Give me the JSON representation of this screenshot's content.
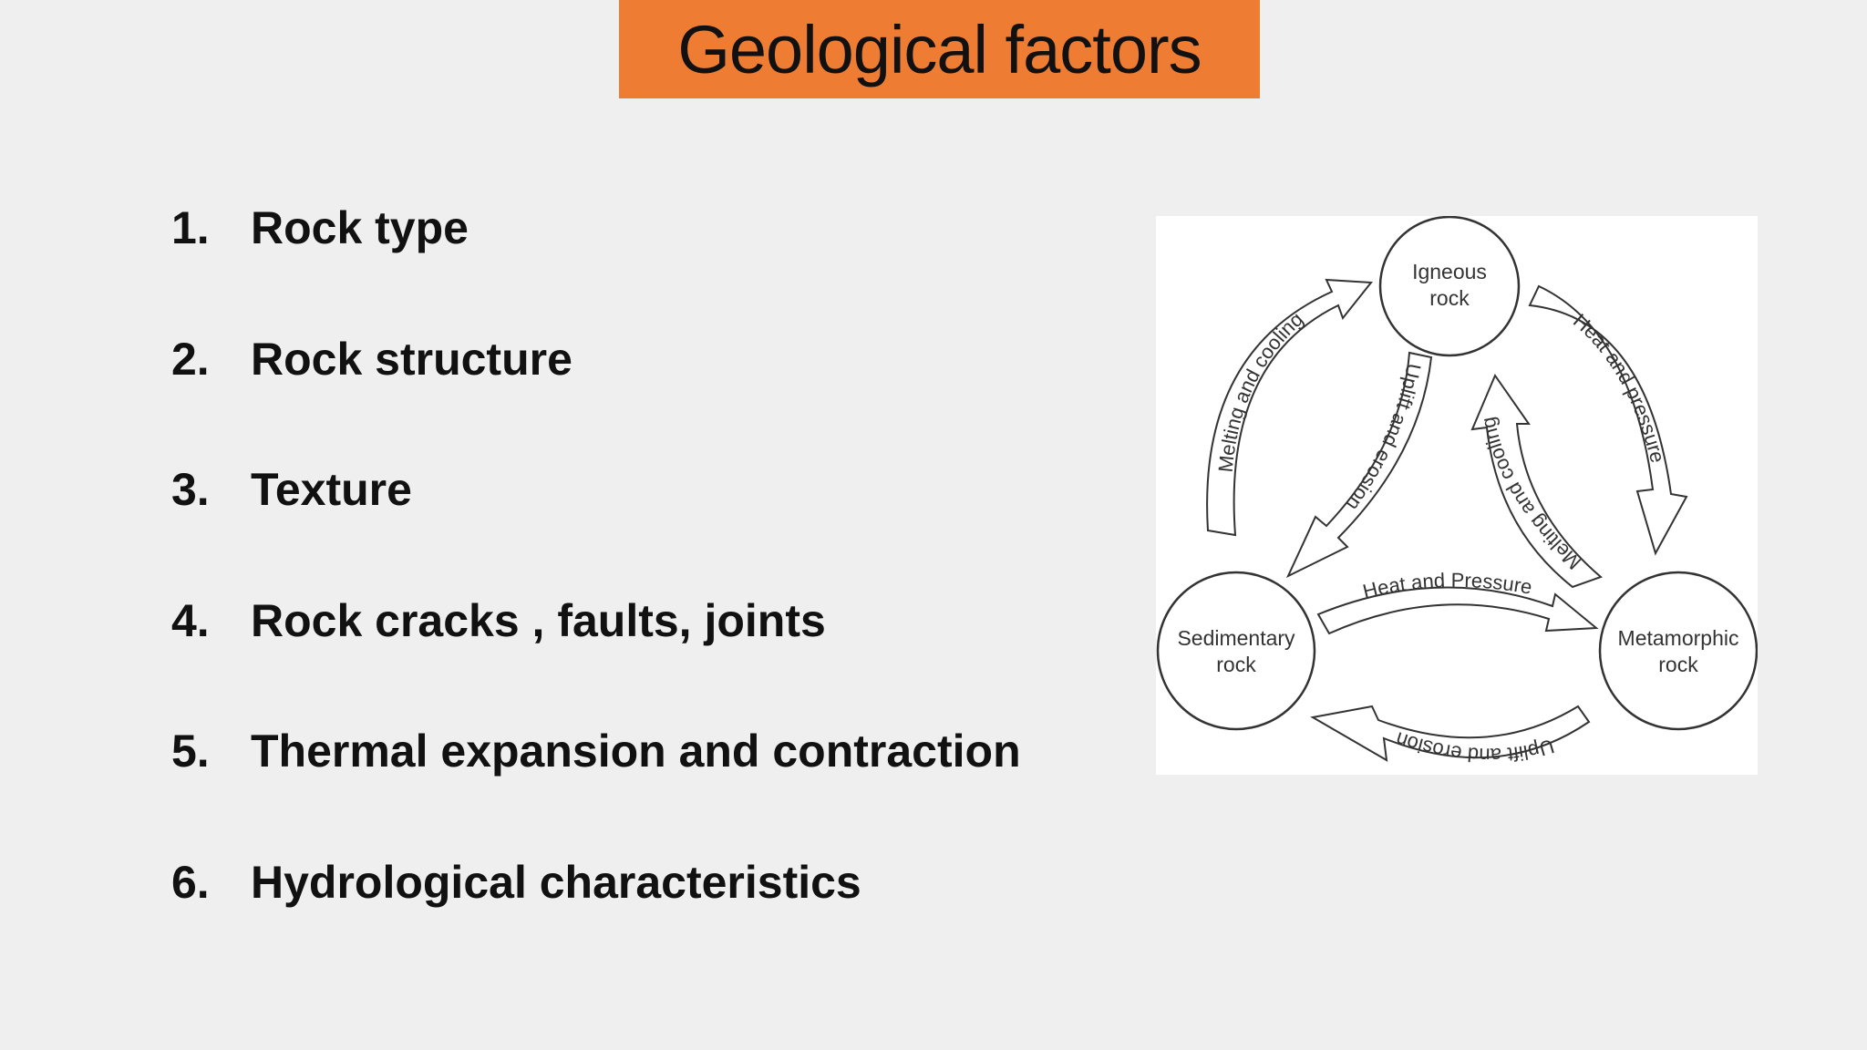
{
  "slide": {
    "title": "Geological factors",
    "factors": [
      {
        "num": "1.",
        "text": "Rock type"
      },
      {
        "num": "2.",
        "text": "Rock structure"
      },
      {
        "num": "3.",
        "text": "Texture"
      },
      {
        "num": "4.",
        "text": "Rock cracks , faults, joints"
      },
      {
        "num": "5.",
        "text": "Thermal expansion and contraction"
      },
      {
        "num": "6.",
        "text": "Hydrological characteristics"
      }
    ]
  },
  "diagram": {
    "nodes": {
      "igneous": {
        "line1": "Igneous",
        "line2": "rock"
      },
      "sedimentary": {
        "line1": "Sedimentary",
        "line2": "rock"
      },
      "metamorphic": {
        "line1": "Metamorphic",
        "line2": "rock"
      }
    },
    "arrows": {
      "sed_to_ign": "Melting and cooling",
      "ign_to_sed": "Uplift and erosion",
      "ign_to_met": "Heat and pressure",
      "met_to_ign": "Melting and cooling",
      "sed_to_met": "Heat and Pressure",
      "met_to_sed": "Uplift and erosion"
    }
  },
  "colors": {
    "background": "#efeff0",
    "title_bar": "#ee7d33",
    "text": "#111111",
    "diagram_line": "#333333"
  }
}
